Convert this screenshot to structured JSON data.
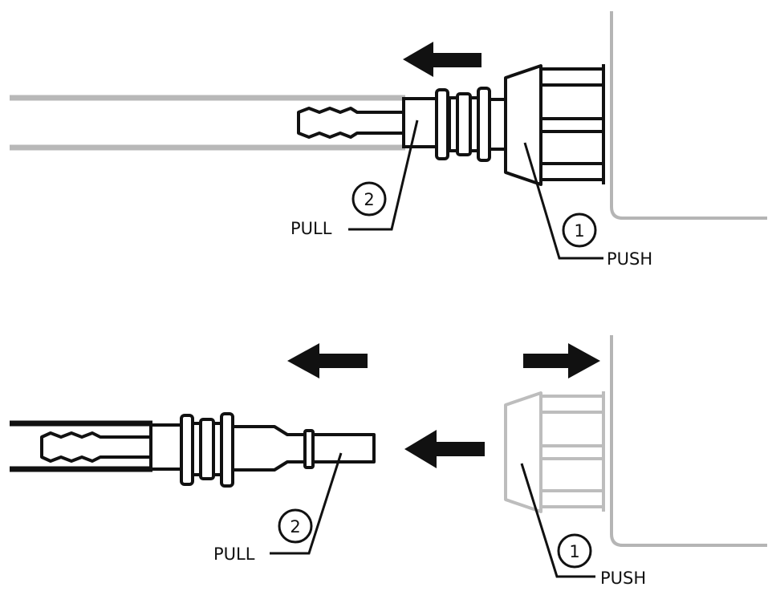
{
  "top_panel": {
    "callouts": [
      {
        "number": "2",
        "label": "PULL"
      },
      {
        "number": "1",
        "label": "PUSH"
      }
    ]
  },
  "bottom_panel": {
    "callouts": [
      {
        "number": "2",
        "label": "PULL"
      },
      {
        "number": "1",
        "label": "PUSH"
      }
    ]
  },
  "colors": {
    "line": "#111111",
    "faded": "#bdbdbd",
    "wall": "#b5b5b5"
  }
}
